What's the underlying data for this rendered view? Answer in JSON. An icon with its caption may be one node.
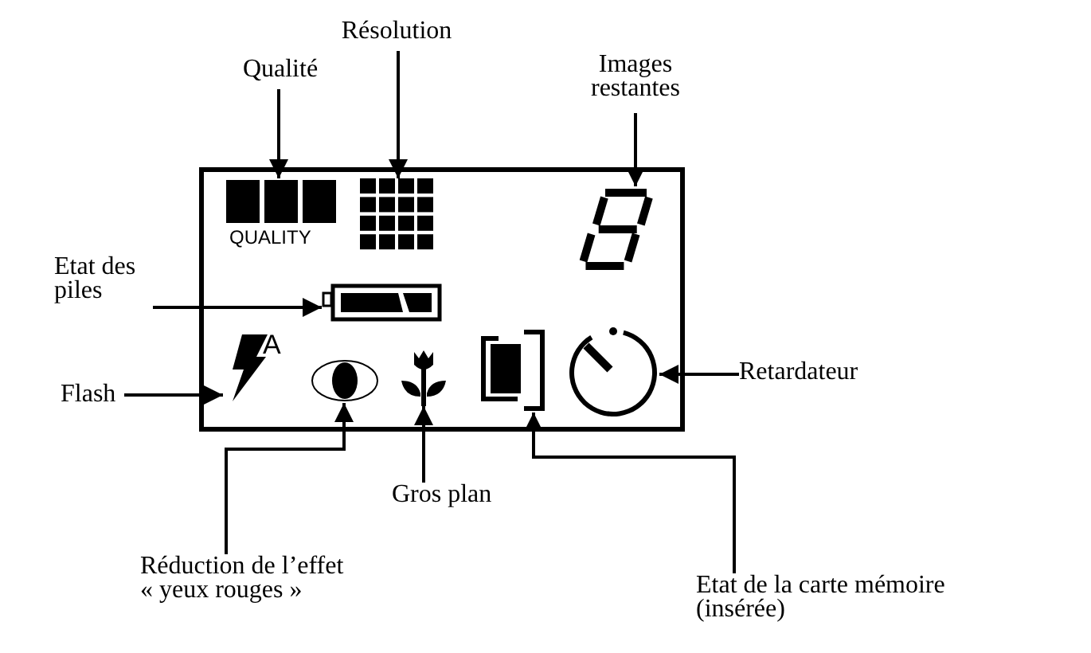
{
  "diagram": {
    "nodes": [
      {
        "text": [],
        "shape": "box"
      },
      {
        "text": [
          "Qualité"
        ]
      },
      {
        "text": [
          "Résolution"
        ]
      },
      {
        "text": [
          "Images restantes"
        ]
      },
      {
        "text": [
          "QUALITY"
        ],
        "in": 0
      },
      {
        "text": [],
        "shape": "picture",
        "in": 0
      },
      {
        "text": [],
        "shape": "picture",
        "in": 0
      },
      {
        "text": [
          "Etat des piles"
        ]
      },
      {
        "text": [],
        "shape": "picture",
        "in": 0
      },
      {
        "text": [
          "Flash"
        ]
      },
      {
        "text": [
          "A"
        ],
        "in": 0
      },
      {
        "text": [],
        "shape": "picture",
        "in": 0
      },
      {
        "text": [],
        "shape": "picture",
        "in": 0
      },
      {
        "text": [],
        "shape": "picture",
        "in": 0
      },
      {
        "text": [],
        "shape": "picture",
        "in": 0
      },
      {
        "text": [
          "Retardateur"
        ]
      },
      {
        "text": [
          "Gros plan"
        ]
      },
      {
        "text": [
          "Réduction de l’effet « yeux rouges »"
        ]
      },
      {
        "text": [
          "Etat de la carte mémoire (insérée)"
        ]
      }
    ],
    "edges": [
      {
        "from": 1,
        "to": 4,
        "arrow": "to"
      },
      {
        "from": 2,
        "to": 5,
        "arrow": "to"
      },
      {
        "from": 3,
        "to": 6,
        "arrow": "to"
      },
      {
        "from": 7,
        "to": 8,
        "arrow": "to"
      },
      {
        "from": 9,
        "to": 10,
        "arrow": "to"
      },
      {
        "from": 15,
        "to": 14,
        "arrow": "to"
      },
      {
        "from": 17,
        "to": 11,
        "arrow": "to"
      },
      {
        "from": 16,
        "to": 12,
        "arrow": "to"
      },
      {
        "from": 18,
        "to": 13,
        "arrow": "to"
      }
    ]
  }
}
